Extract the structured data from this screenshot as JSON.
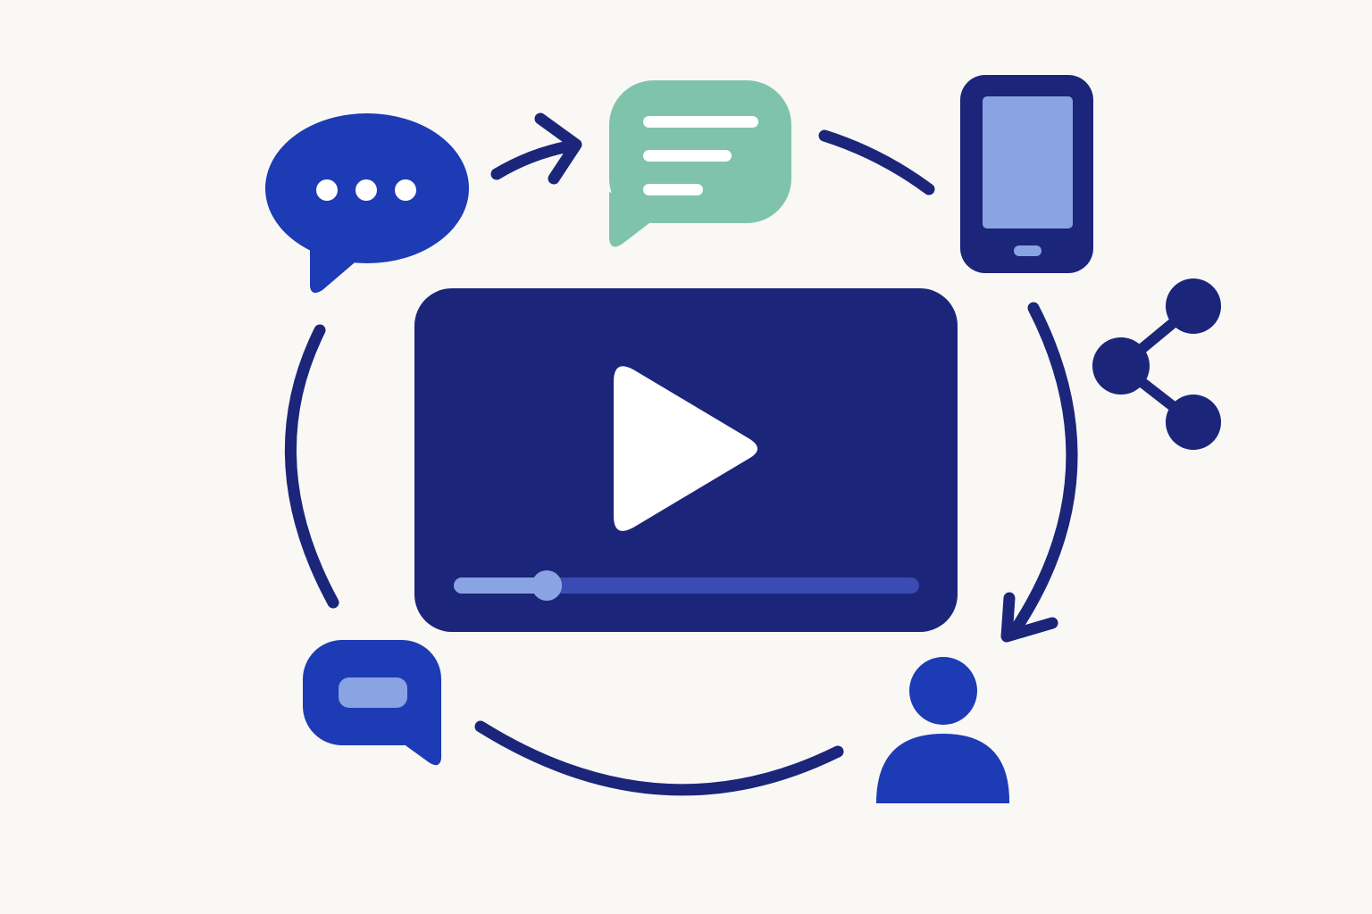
{
  "colors": {
    "background": "#f9f8f5",
    "navy": "#1b257a",
    "royal_blue": "#1c3bb4",
    "teal": "#7fc3ad",
    "light_blue": "#8aa3e2",
    "progress_track": "#3a4bb3",
    "white": "#ffffff"
  },
  "video_player": {
    "icon": "play-icon",
    "progress": 0.2
  },
  "icons": [
    "chat-bubble-dots-icon",
    "message-lines-icon",
    "smartphone-icon",
    "share-icon",
    "user-icon",
    "comment-bubble-icon"
  ],
  "cycle_arrows": [
    "arrow-chat-to-message",
    "arc-message-to-phone",
    "arc-phone-to-user",
    "arc-user-to-comment",
    "arc-comment-to-chat"
  ]
}
